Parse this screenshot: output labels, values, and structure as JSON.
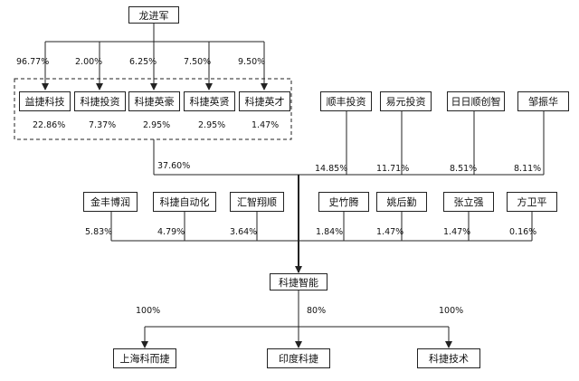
{
  "top": {
    "owner": "龙进军",
    "owner_pcts": [
      "96.77%",
      "2.00%",
      "6.25%",
      "7.50%",
      "9.50%"
    ]
  },
  "group": {
    "companies": [
      "益捷科技",
      "科捷投资",
      "科捷英豪",
      "科捷英贤",
      "科捷英才"
    ],
    "pcts": [
      "22.86%",
      "7.37%",
      "2.95%",
      "2.95%",
      "1.47%"
    ],
    "combined_pct": "37.60%"
  },
  "right_holders": {
    "names": [
      "顺丰投资",
      "易元投资",
      "日日顺创智",
      "邹振华"
    ],
    "pcts": [
      "14.85%",
      "11.71%",
      "8.51%",
      "8.11%"
    ]
  },
  "lower_holders": {
    "names": [
      "金丰博润",
      "科捷自动化",
      "汇智翔顺",
      "史竹腾",
      "姚后勤",
      "张立强",
      "方卫平"
    ],
    "pcts": [
      "5.83%",
      "4.79%",
      "3.64%",
      "1.84%",
      "1.47%",
      "1.47%",
      "0.16%"
    ]
  },
  "center": {
    "name": "科捷智能"
  },
  "subsidiaries": {
    "names": [
      "上海科而捷",
      "印度科捷",
      "科捷技术"
    ],
    "pcts": [
      "100%",
      "80%",
      "100%"
    ]
  }
}
